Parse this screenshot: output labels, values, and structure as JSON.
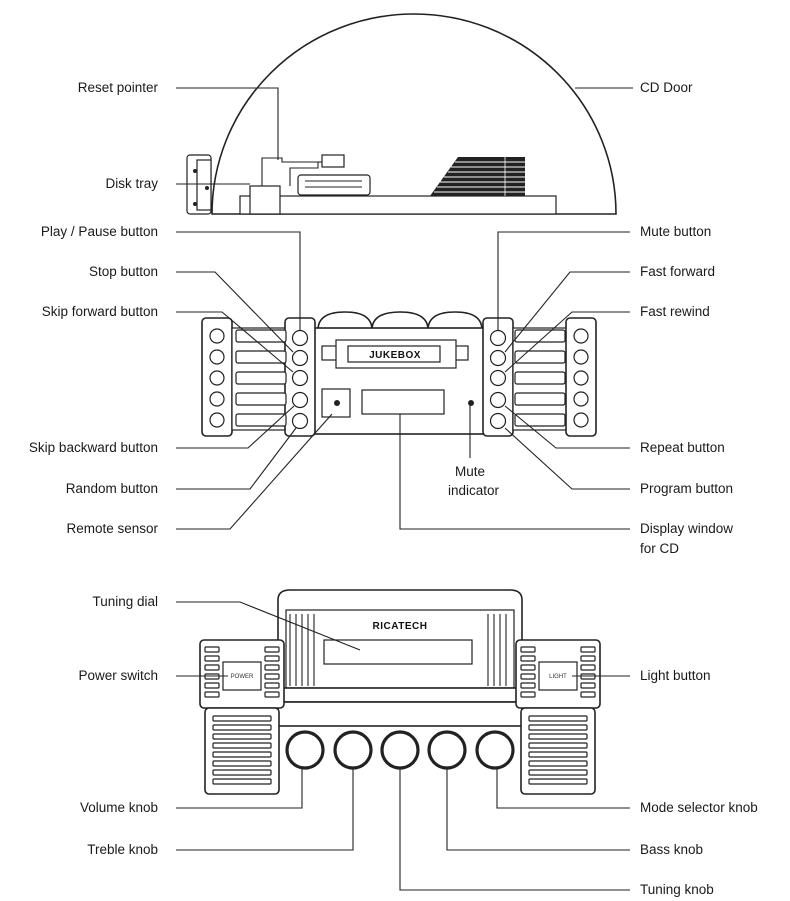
{
  "labels": {
    "reset_pointer": "Reset pointer",
    "cd_door": "CD Door",
    "disk_tray": "Disk tray",
    "play_pause": "Play / Pause button",
    "stop": "Stop button",
    "skip_forward": "Skip forward button",
    "skip_backward": "Skip backward button",
    "random": "Random button",
    "remote_sensor": "Remote sensor",
    "mute_button": "Mute button",
    "fast_forward": "Fast forward",
    "fast_rewind": "Fast rewind",
    "repeat": "Repeat button",
    "program": "Program button",
    "mute_indicator_1": "Mute",
    "mute_indicator_2": "indicator",
    "display_window_1": "Display window",
    "display_window_2": "for CD",
    "tuning_dial": "Tuning dial",
    "power_switch": "Power switch",
    "light_button": "Light button",
    "volume_knob": "Volume knob",
    "treble_knob": "Treble knob",
    "mode_selector_knob": "Mode selector knob",
    "bass_knob": "Bass knob",
    "tuning_knob": "Tuning knob"
  },
  "device": {
    "jukebox_text": "JUKEBOX",
    "brand_text": "RICATECH",
    "power_text": "POWER",
    "light_text": "LIGHT"
  },
  "colors": {
    "line": "#222222",
    "background": "#ffffff"
  }
}
